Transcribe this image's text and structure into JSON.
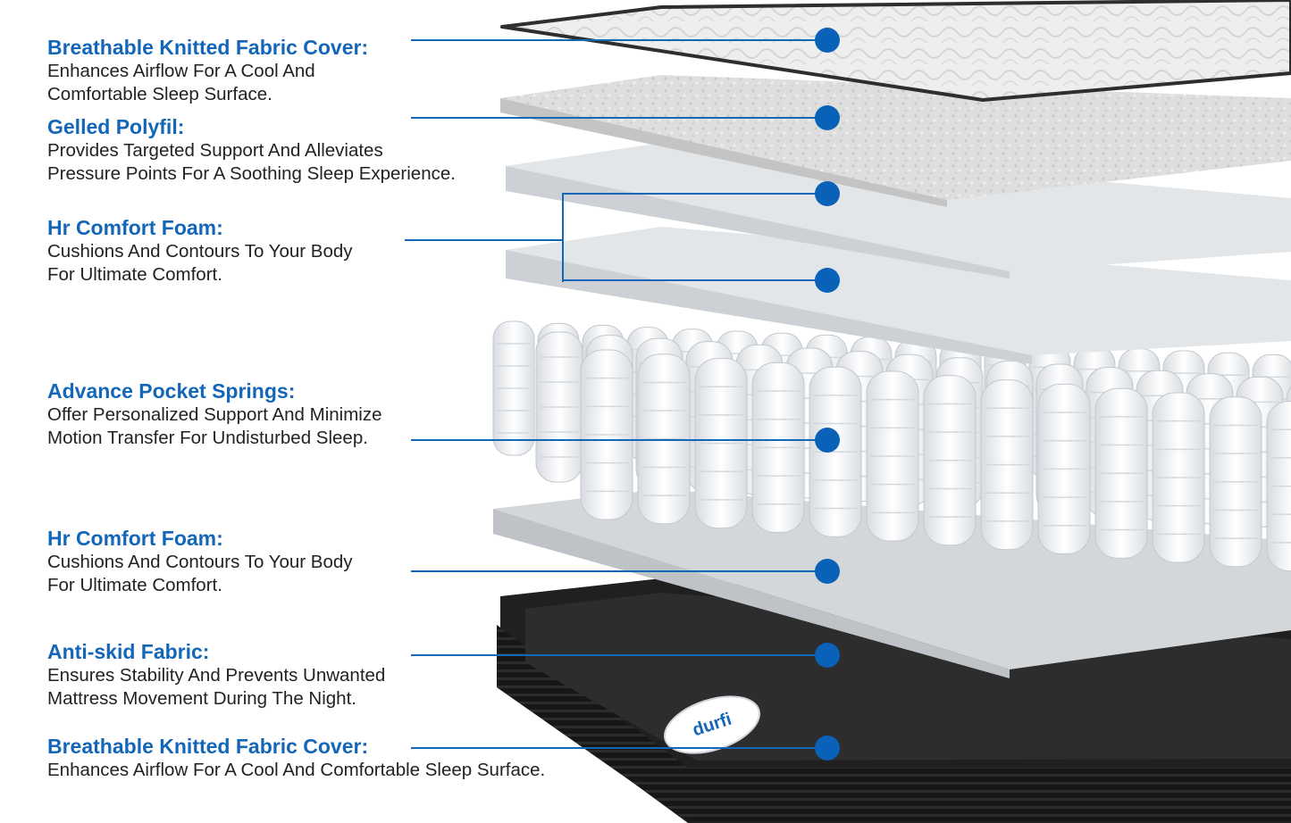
{
  "colors": {
    "accent": "#1466b8",
    "marker": "#0a62b8",
    "body_text": "#222222",
    "base_fabric": "#1a1a1a",
    "foam": "#e2e5e8"
  },
  "brand": {
    "logo": "durfi"
  },
  "layers": [
    {
      "title": "Breathable Knitted Fabric Cover:",
      "lines": [
        "Enhances Airflow For A Cool And",
        "Comfortable Sleep Surface."
      ]
    },
    {
      "title": "Gelled Polyfil:",
      "lines": [
        "Provides Targeted Support And Alleviates",
        "Pressure Points For A Soothing Sleep Experience."
      ]
    },
    {
      "title": "Hr Comfort Foam:",
      "lines": [
        "Cushions And Contours To Your Body",
        "For Ultimate Comfort."
      ]
    },
    {
      "title": "Advance Pocket Springs:",
      "lines": [
        "Offer Personalized Support And Minimize",
        "Motion Transfer For Undisturbed Sleep."
      ]
    },
    {
      "title": "Hr Comfort Foam:",
      "lines": [
        "Cushions And Contours To Your Body",
        "For Ultimate Comfort."
      ]
    },
    {
      "title": "Anti-skid Fabric:",
      "lines": [
        "Ensures Stability And Prevents Unwanted",
        "Mattress Movement During The Night."
      ]
    },
    {
      "title": "Breathable Knitted Fabric Cover:",
      "lines": [
        "Enhances Airflow For A Cool And Comfortable Sleep Surface."
      ]
    }
  ]
}
